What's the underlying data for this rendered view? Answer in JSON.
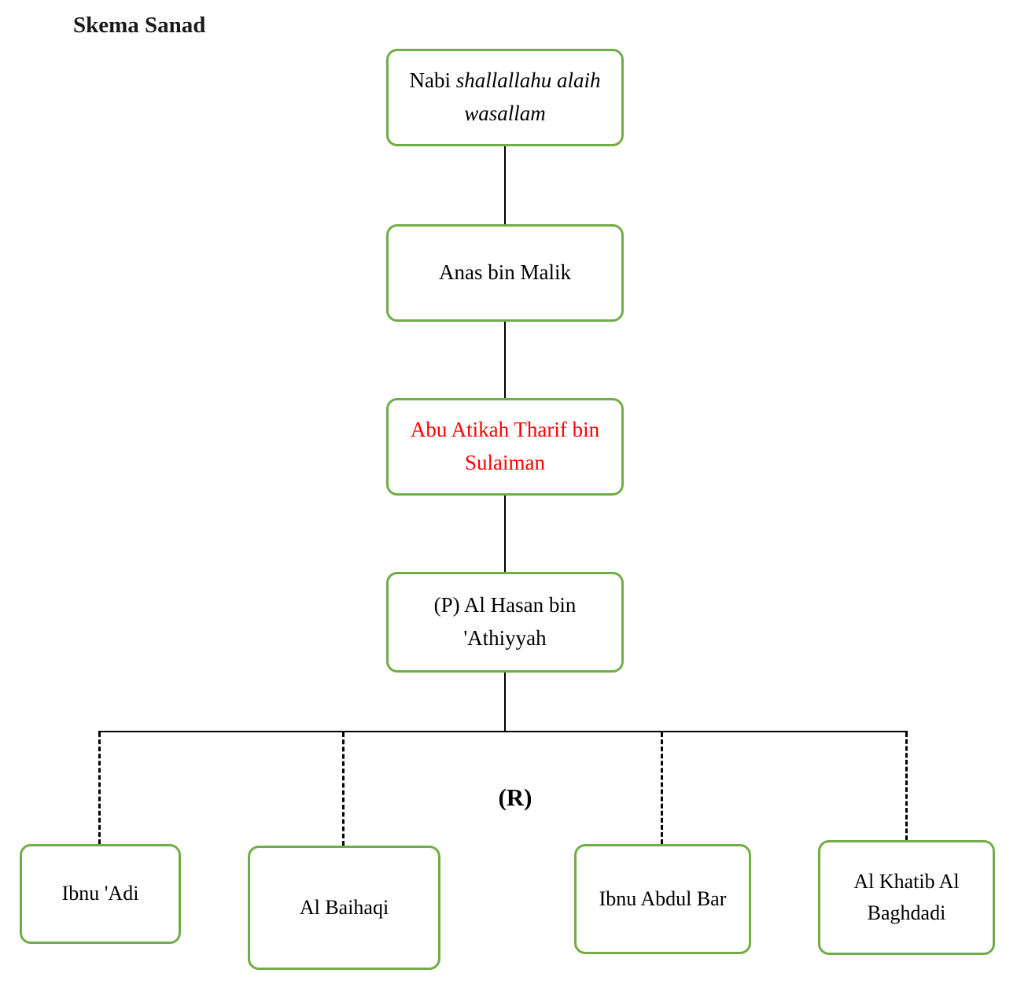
{
  "title": "Skema Sanad",
  "chain": [
    {
      "prefix": "Nabi ",
      "italic": "shallallahu alaih wasallam"
    },
    {
      "label": "Anas bin Malik"
    },
    {
      "label": "Abu Atikah Tharif bin Sulaiman"
    },
    {
      "label": "(P) Al Hasan bin 'Athiyyah"
    }
  ],
  "branch_label": "(R)",
  "narrators": [
    "Ibnu 'Adi",
    "Al Baihaqi",
    "Ibnu Abdul Bar",
    "Al Khatib Al Baghdadi"
  ],
  "colors": {
    "box_border": "#70ad47",
    "highlight_text": "#ff0000",
    "line": "#000000",
    "background": "#ffffff"
  }
}
